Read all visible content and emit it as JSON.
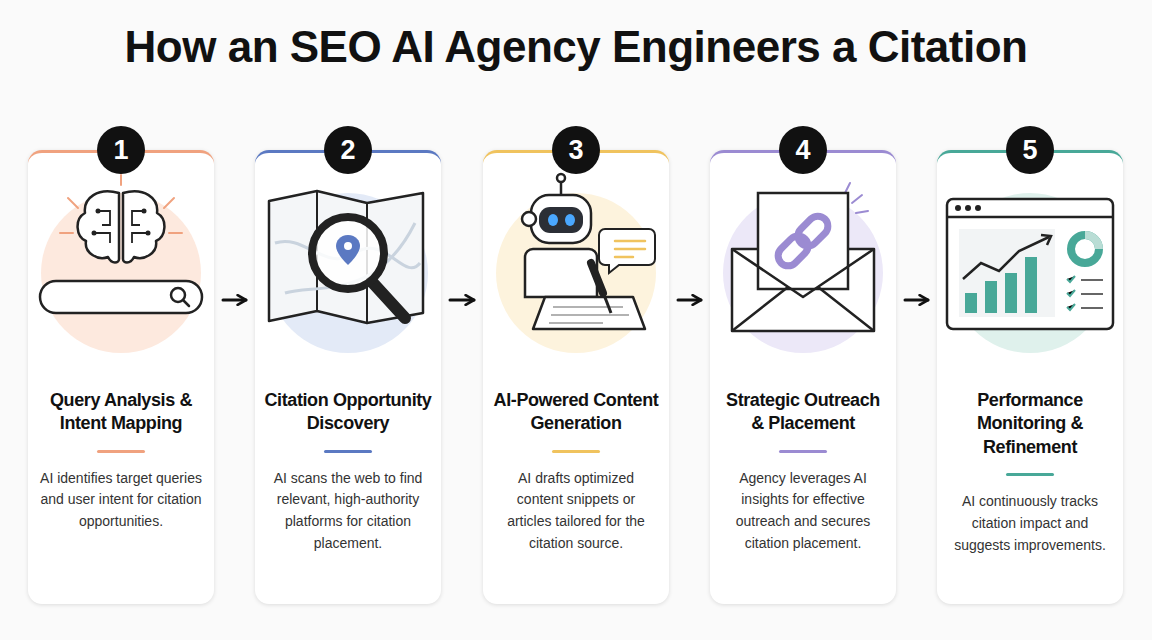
{
  "diagram": {
    "title": "How an SEO AI Agency Engineers a Citation",
    "nodes": [
      {
        "text": [
          "Query Analysis & Intent Mapping",
          "AI identifies target queries and user intent for citation opportunities."
        ]
      },
      {
        "text": [
          "1"
        ],
        "in": 0
      },
      {
        "text": [
          "Citation Opportunity Discovery",
          "AI scans the web to find relevant, high-authority platforms for citation placement."
        ]
      },
      {
        "text": [
          "2"
        ],
        "in": 2
      },
      {
        "text": [
          "AI-Powered Content Generation",
          "AI drafts optimized content snippets or articles tailored for the citation source."
        ]
      },
      {
        "text": [
          "3"
        ],
        "in": 4
      },
      {
        "text": [
          "Strategic Outreach & Placement",
          "Agency leverages AI insights for effective outreach and secures citation placement."
        ]
      },
      {
        "text": [
          "4"
        ],
        "in": 6
      },
      {
        "text": [
          "Performance Monitoring & Refinement",
          "AI continuously tracks citation impact and suggests improvements."
        ]
      },
      {
        "text": [
          "5"
        ],
        "in": 8
      }
    ],
    "edges": [
      {
        "from": 0,
        "to": 2,
        "arrow": "to"
      },
      {
        "from": 2,
        "to": 4,
        "arrow": "to"
      },
      {
        "from": 4,
        "to": 6,
        "arrow": "to"
      },
      {
        "from": 6,
        "to": 8,
        "arrow": "to"
      }
    ]
  }
}
